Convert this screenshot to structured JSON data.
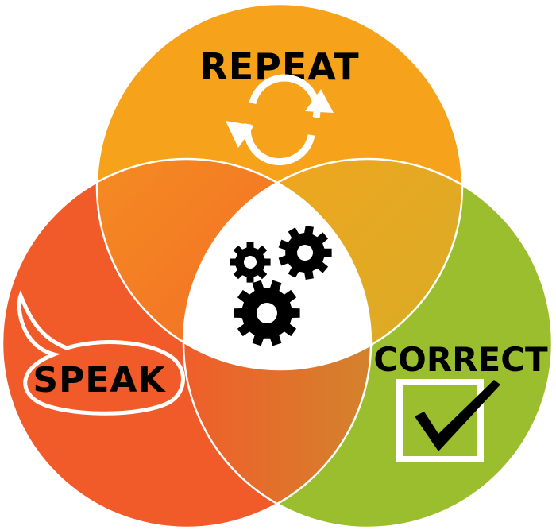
{
  "diagram": {
    "type": "venn",
    "labels": {
      "repeat": "REPEAT",
      "speak": "SPEAK",
      "correct": "CORRECT"
    },
    "colors": {
      "repeat": "#F7A21B",
      "speak": "#F15A29",
      "correct": "#9BBE2F",
      "repeat_speak_overlap": "#F37E22",
      "repeat_correct_overlap": "#D9B227",
      "speak_correct_overlap": "#C8942A",
      "center": "#FFFFFF",
      "outline": "#FFFFFF",
      "icon": "#000000"
    },
    "icons": {
      "repeat": "circular-arrows-icon",
      "speak": "speech-bubble-icon",
      "correct": "checkbox-check-icon",
      "center": "gears-icon"
    }
  }
}
